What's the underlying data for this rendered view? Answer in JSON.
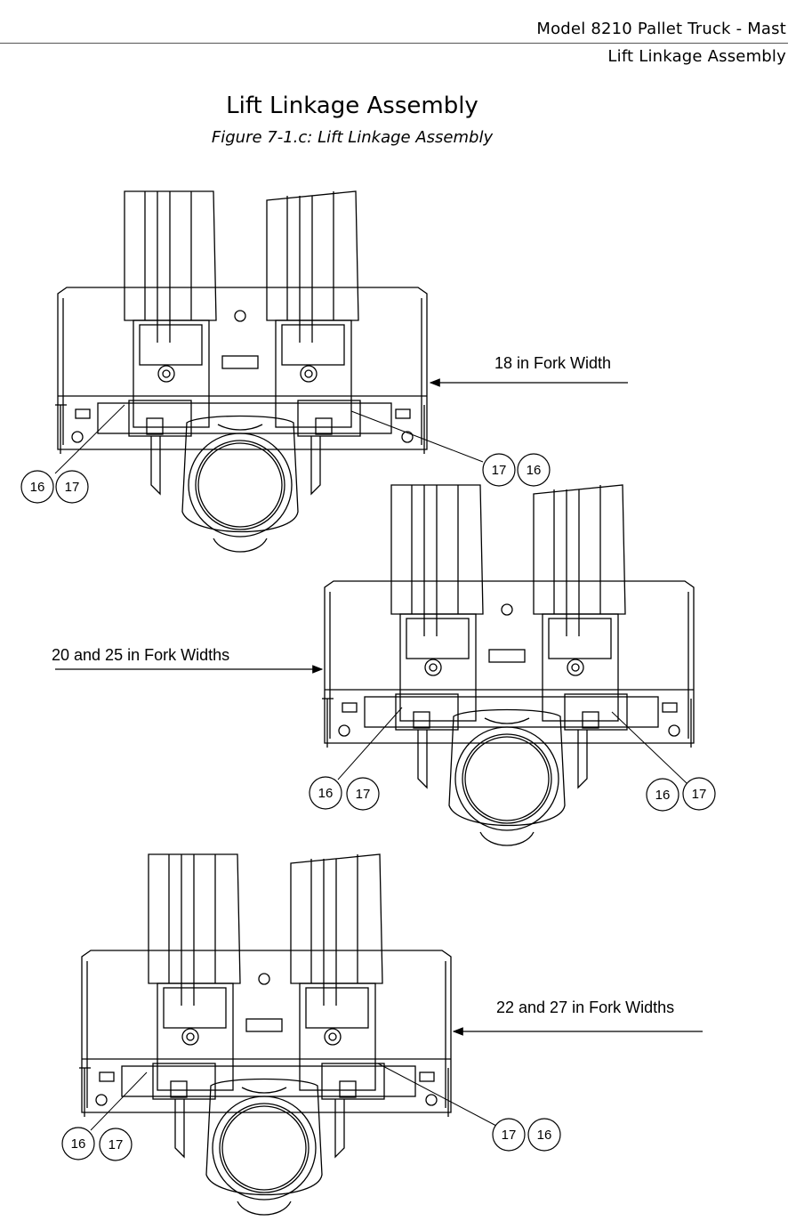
{
  "header": {
    "line1": "Model 8210 Pallet Truck - Mast",
    "line2": "Lift Linkage Assembly"
  },
  "title": "Lift Linkage Assembly",
  "caption": "Figure 7-1.c: Lift Linkage Assembly",
  "drawings": [
    {
      "label": "18 in Fork Width",
      "callouts": [
        [
          "16",
          "17"
        ],
        [
          "17",
          "16"
        ]
      ]
    },
    {
      "label": "20 and 25 in Fork Widths",
      "callouts": [
        [
          "16",
          "17"
        ],
        [
          "16",
          "17"
        ]
      ]
    },
    {
      "label": "22 and 27 in Fork Widths",
      "callouts": [
        [
          "16",
          "17"
        ],
        [
          "17",
          "16"
        ]
      ]
    }
  ]
}
